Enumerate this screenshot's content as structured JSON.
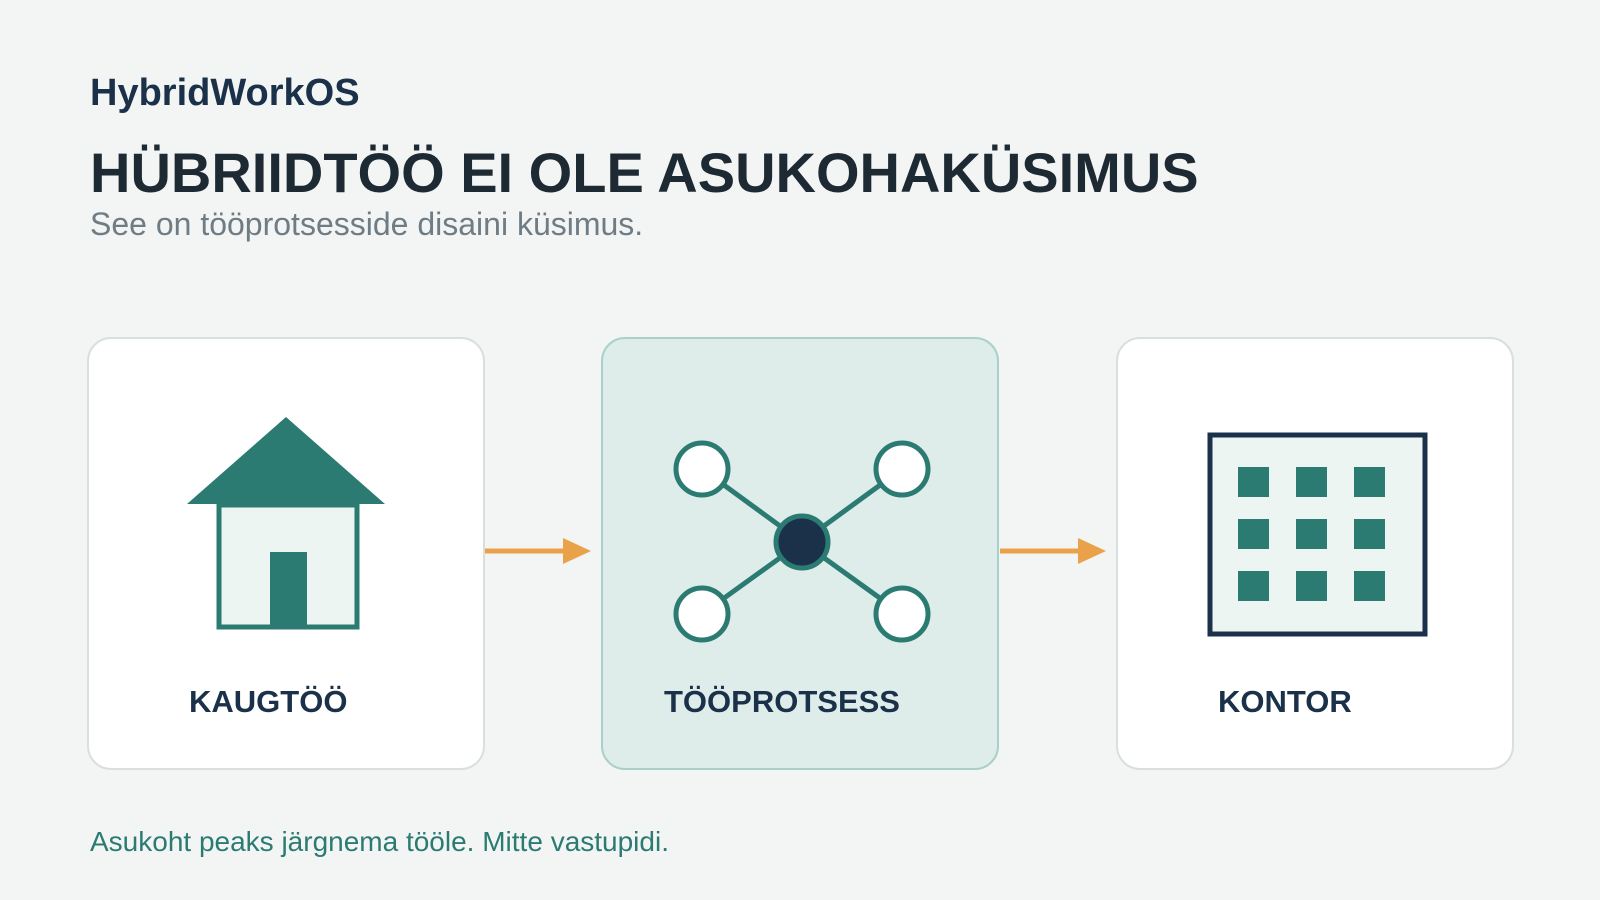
{
  "brand": "HybridWorkOS",
  "headline": "HÜBRIIDTÖÖ EI OLE ASUKOHAKÜSIMUS",
  "subtitle": "See on tööprotsesside disaini küsimus.",
  "cards": [
    {
      "label": "KAUGTÖÖ",
      "icon": "house-icon"
    },
    {
      "label": "TÖÖPROTSESS",
      "icon": "network-hub-icon",
      "highlighted": true
    },
    {
      "label": "KONTOR",
      "icon": "office-building-icon"
    }
  ],
  "footer": "Asukoht peaks järgnema tööle. Mitte vastupidi.",
  "colors": {
    "background": "#f3f5f4",
    "brand": "#1a3149",
    "teal": "#2b7b73",
    "highlight_fill": "#deedea",
    "arrow": "#e9a24a",
    "subtitle": "#6f7c84"
  }
}
